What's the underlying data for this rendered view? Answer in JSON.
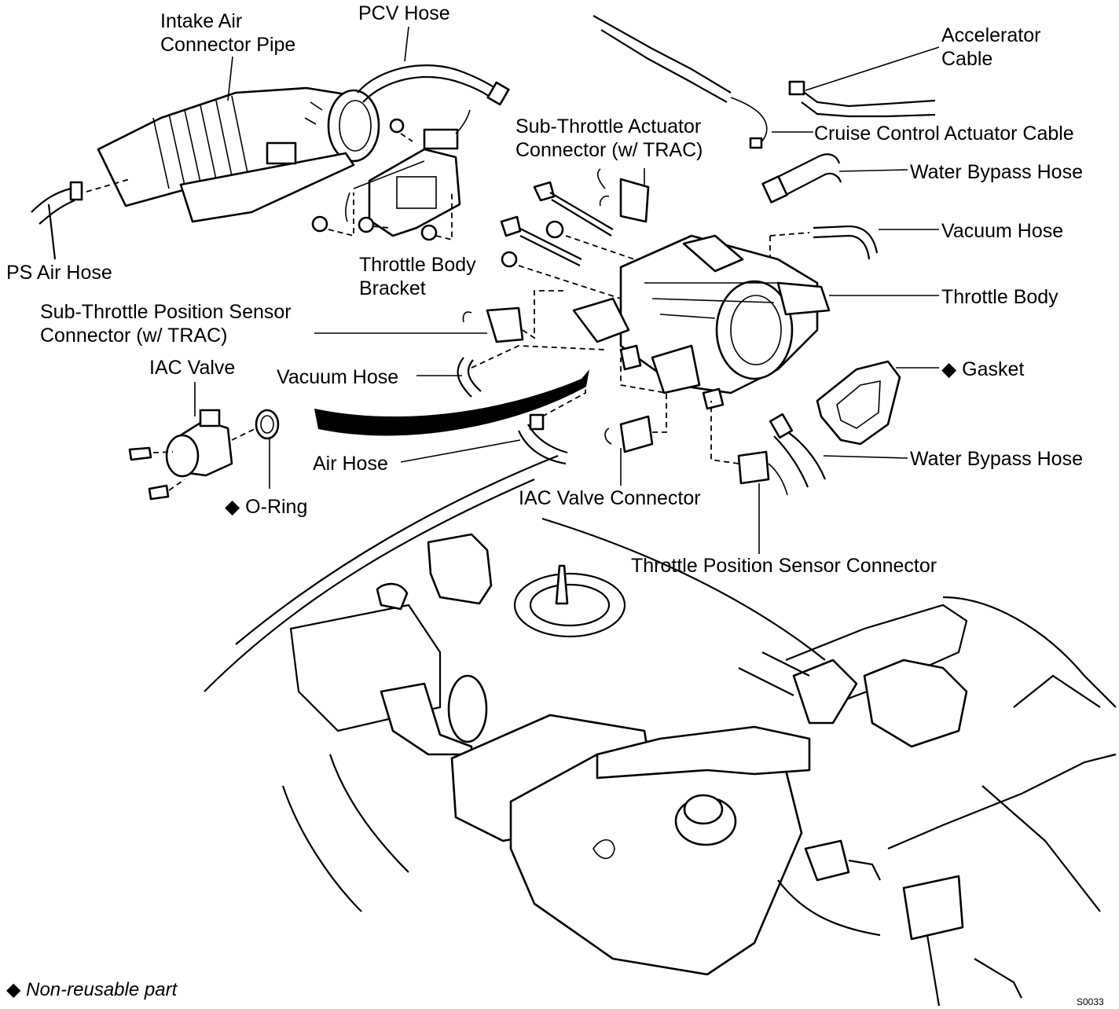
{
  "labels": {
    "intake_air_connector_pipe_1": "Intake Air",
    "intake_air_connector_pipe_2": "Connector Pipe",
    "pcv_hose": "PCV Hose",
    "accelerator_cable_1": "Accelerator",
    "accelerator_cable_2": "Cable",
    "sub_throttle_actuator_1": "Sub-Throttle Actuator",
    "sub_throttle_actuator_2": "Connector (w/ TRAC)",
    "cruise_control_actuator_cable": "Cruise Control Actuator Cable",
    "water_bypass_hose_top": "Water Bypass Hose",
    "vacuum_hose_right": "Vacuum Hose",
    "ps_air_hose": "PS Air Hose",
    "throttle_body_bracket_1": "Throttle Body",
    "throttle_body_bracket_2": "Bracket",
    "throttle_body": "Throttle Body",
    "sub_throttle_position_1": "Sub-Throttle Position Sensor",
    "sub_throttle_position_2": "Connector (w/ TRAC)",
    "iac_valve": "IAC Valve",
    "vacuum_hose_left": "Vacuum Hose",
    "gasket": "◆ Gasket",
    "water_bypass_hose_bottom": "Water Bypass Hose",
    "air_hose": "Air Hose",
    "o_ring": "◆ O-Ring",
    "iac_valve_connector": "IAC Valve Connector",
    "throttle_position_sensor_connector": "Throttle Position Sensor Connector"
  },
  "footnote": "◆ Non-reusable part",
  "figure_code": "S0033"
}
